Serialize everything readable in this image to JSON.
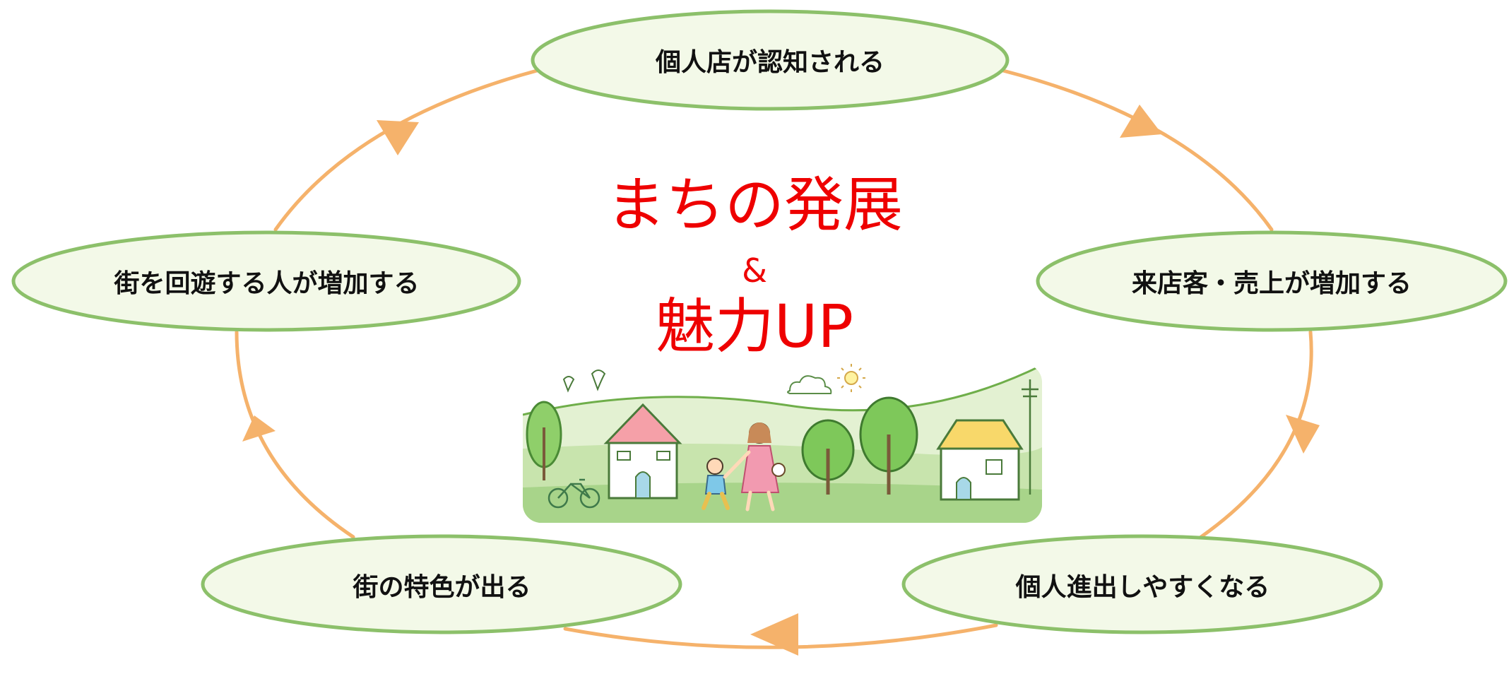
{
  "center": {
    "title_line1": "まちの発展",
    "amp": "&",
    "title_line2": "魅力UP"
  },
  "cycle_nodes": [
    {
      "id": "top",
      "label": "個人店が認知される"
    },
    {
      "id": "right",
      "label": "来店客・売上が増加する"
    },
    {
      "id": "bottom-right",
      "label": "個人進出しやすくなる"
    },
    {
      "id": "bottom-left",
      "label": "街の特色が出る"
    },
    {
      "id": "left",
      "label": "街を回遊する人が増加する"
    }
  ],
  "colors": {
    "ellipse_fill": "#f3f9e8",
    "ellipse_stroke": "#8cc06a",
    "arrow": "#f5b26b",
    "title": "#ee0000"
  }
}
